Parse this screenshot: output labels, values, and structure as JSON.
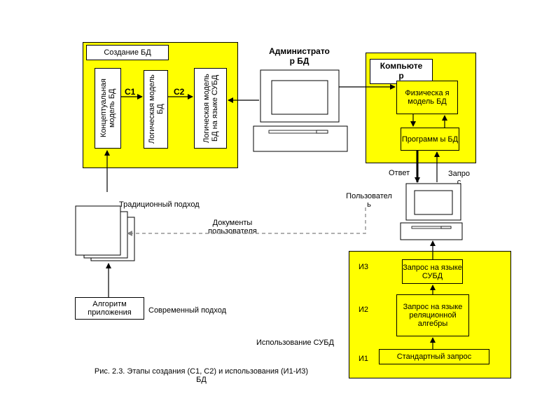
{
  "top_panel": {
    "title": "Создание БД",
    "conceptual": "Концептуальная модель БД",
    "c1": "С1",
    "logical": "Логическая модель БД",
    "c2": "С2",
    "logical_dbms": "Логическая модель БД на языке СУБД"
  },
  "admin": {
    "label_line1": "Администрато",
    "label_line2": "р БД"
  },
  "computer_panel": {
    "title_line1": "Компьюте",
    "title_line2": "р",
    "physical": "Физическа я модель БД",
    "programs": "Программ ы БД",
    "answer": "Ответ",
    "requests_line1": "Запро",
    "requests_line2": "с"
  },
  "user": {
    "label_line1": "Пользовател",
    "label_line2": "ь"
  },
  "traditional_approach": "Традиционный подход",
  "documents": {
    "line1": "Документы",
    "line2": "пользователя"
  },
  "algorithm": {
    "line1": "Алгоритм",
    "line2": "приложения"
  },
  "modern_approach": "Современный подход",
  "usage_panel": {
    "usage_label": "Использование СУБД",
    "i3": "И3",
    "i2": "И2",
    "i1": "И1",
    "query_dbms": "Запрос на языке СУБД",
    "query_relational": "Запрос на языке реляционной алгебры",
    "standard_query": "Стандартный запрос"
  },
  "caption": {
    "line1": "Рис. 2.3. Этапы создания (С1, С2) и использования (И1-И3)",
    "line2": "БД"
  },
  "colors": {
    "panel": "#ffff00",
    "line": "#000000",
    "dashed": "#808080",
    "paper": "#ffffff"
  }
}
